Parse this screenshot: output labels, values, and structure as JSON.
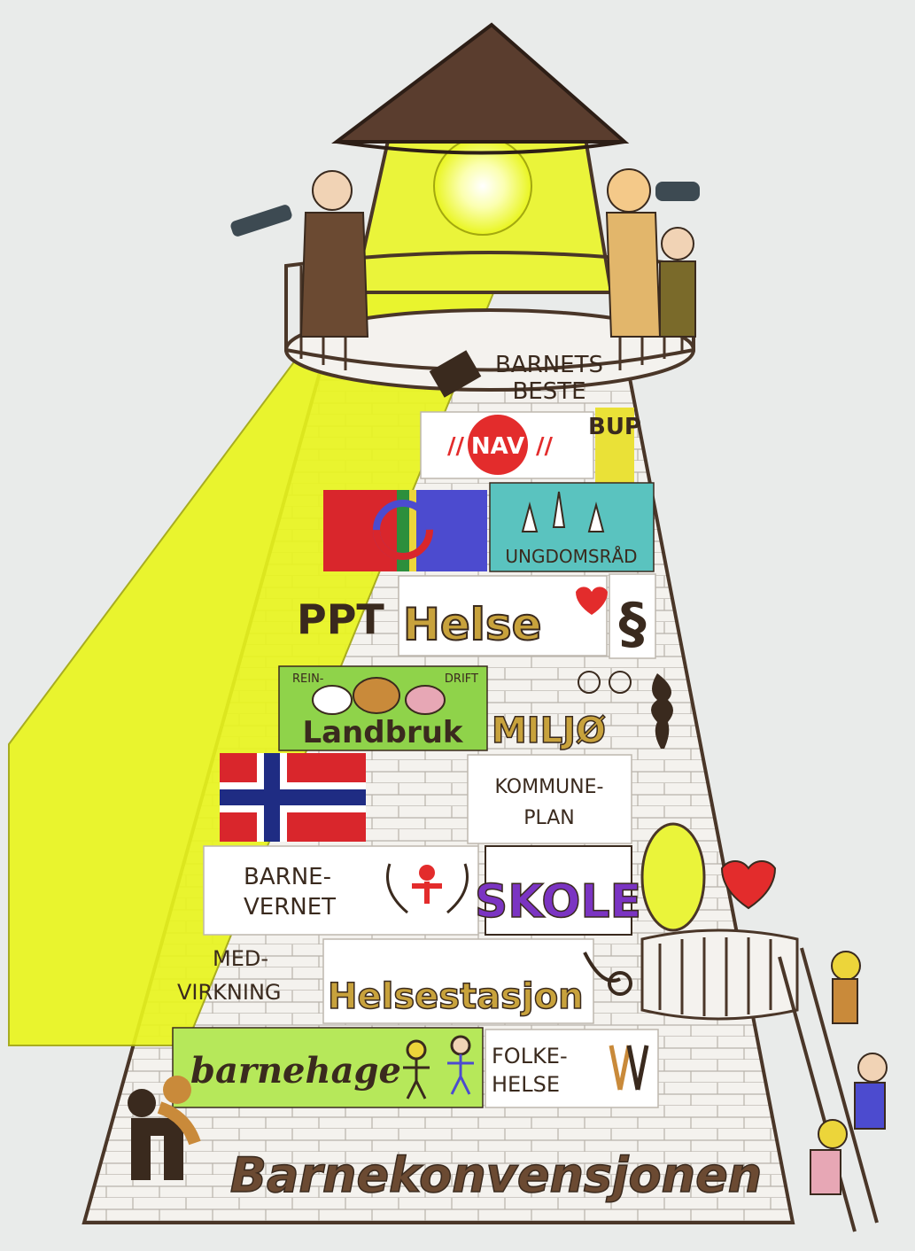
{
  "colors": {
    "background": "#e9ebea",
    "beam": "#e9f51f",
    "brick": "#f4f2ee",
    "outline": "#4a3628",
    "roof": "#5a3d2e",
    "brand_brown": "#6b4a32",
    "nav_red": "#e32c2c",
    "norway_red": "#d9262c",
    "norway_blue": "#1f2c83"
  },
  "labels": {
    "barnets_beste_1": "BARNETS",
    "barnets_beste_2": "BESTE",
    "nav": "NAV",
    "bup": "BUP",
    "ungdomsrad": "UNGDOMSRÅD",
    "ppt": "PPT",
    "helse": "Helse",
    "paragraph": "§",
    "rein": "REIN-",
    "drift": "DRIFT",
    "landbruk": "Landbruk",
    "miljo": "MILJØ",
    "kommuneplan_1": "KOMMUNE-",
    "kommuneplan_2": "PLAN",
    "barnevernet_1": "BARNE-",
    "barnevernet_2": "VERNET",
    "skole": "SKOLE",
    "medvirkning_1": "MED-",
    "medvirkning_2": "VIRKNING",
    "helsestasjon": "Helsestasjon",
    "barnehage": "barnehage",
    "folkehelse_1": "FOLKE-",
    "folkehelse_2": "HELSE",
    "barnekonvensjonen": "Barnekonvensjonen"
  },
  "icons": [
    "lighthouse-roof-icon",
    "light-bulb-icon",
    "binoculars-icon",
    "telescope-icon",
    "book-icon",
    "nav-logo-icon",
    "sami-flag-icon",
    "raised-hands-icon",
    "heart-hand-icon",
    "cows-icon",
    "faces-icon",
    "tree-icon",
    "norway-flag-icon",
    "barnevern-hands-icon",
    "stethoscope-icon",
    "children-playing-icon",
    "people-icon",
    "family-icon",
    "heart-balloon-icon",
    "climbing-children-icon"
  ]
}
